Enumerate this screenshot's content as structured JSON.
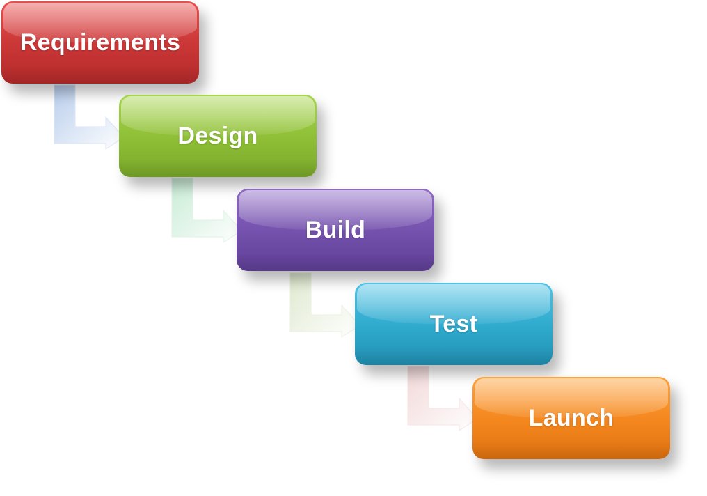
{
  "steps": [
    {
      "label": "Requirements",
      "color": "#c93636"
    },
    {
      "label": "Design",
      "color": "#8dbe35"
    },
    {
      "label": "Build",
      "color": "#7250ab"
    },
    {
      "label": "Test",
      "color": "#2ea9cc"
    },
    {
      "label": "Launch",
      "color": "#f3861d"
    }
  ],
  "connectors": [
    {
      "icon": "bent-arrow-icon",
      "color": "#c8d8f0"
    },
    {
      "icon": "bent-arrow-icon",
      "color": "#d8f0e0"
    },
    {
      "icon": "bent-arrow-icon",
      "color": "#e4ecd8"
    },
    {
      "icon": "bent-arrow-icon",
      "color": "#f4e0e0"
    }
  ]
}
